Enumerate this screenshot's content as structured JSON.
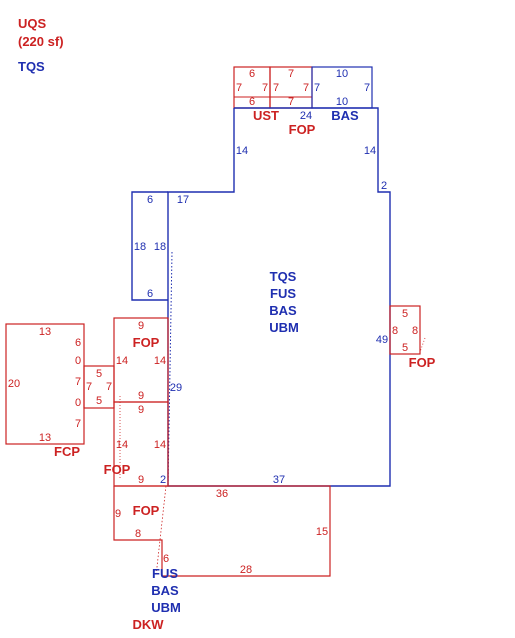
{
  "legend": {
    "uqs": "UQS",
    "uqs_area": "(220 sf)",
    "tqs": "TQS"
  },
  "colors": {
    "red": "#cc2222",
    "blue": "#1f2fb0"
  },
  "labels": {
    "main_tqs": "TQS",
    "main_fus": "FUS",
    "main_bas": "BAS",
    "main_ubm": "UBM",
    "ust": "UST",
    "fop_top": "FOP",
    "bas_top": "BAS",
    "fop_right": "FOP",
    "fop_mid1": "FOP",
    "fcp": "FCP",
    "fop_mid2": "FOP",
    "fop_low": "FOP",
    "bot_fus": "FUS",
    "bot_bas": "BAS",
    "bot_ubm": "UBM",
    "dkw": "DKW"
  },
  "dims": {
    "ust_top": "6",
    "ust_left": "7",
    "ust_right": "7",
    "ust_bottom": "6",
    "fop_top_top": "7",
    "fop_top_left": "7",
    "fop_top_right": "7",
    "fop_top_bottom": "24",
    "fop_top_bottom_right": "7",
    "bas_top_top": "10",
    "bas_top_left": "7",
    "bas_top_right": "7",
    "bas_top_bottom": "10",
    "main_left_upper": "14",
    "main_right_upper": "14",
    "main_step": "2",
    "main_notch": "17",
    "main_left": "29",
    "main_right": "49",
    "main_bottom": "37",
    "bay_top": "6",
    "bay_left": "18",
    "bay_right": "18",
    "bay_bottom": "6",
    "fop_right_top": "5",
    "fop_right_left": "8",
    "fop_right_right": "8",
    "fop_right_bottom": "5",
    "fop_mid1_top": "9",
    "fop_mid1_left": "14",
    "fop_mid1_right": "14",
    "fop_mid1_bottom": "9",
    "fcp_top": "13",
    "fcp_left": "20",
    "fcp_right_a": "6",
    "fcp_right_b": "0",
    "fcp_right_c": "7",
    "fcp_right_d": "0",
    "fcp_right_e": "7",
    "fcp_bottom": "13",
    "step_top": "5",
    "step_left": "7",
    "step_right": "7",
    "step_bottom": "5",
    "fop_mid2_top": "9",
    "fop_mid2_left": "14",
    "fop_mid2_right": "14",
    "fop_mid2_bottom": "9",
    "low_step": "2",
    "dkw_top": "36",
    "dkw_right": "15",
    "dkw_bottom": "28",
    "dkw_left_a": "9",
    "dkw_left_b": "8",
    "dkw_left_c": "6"
  }
}
